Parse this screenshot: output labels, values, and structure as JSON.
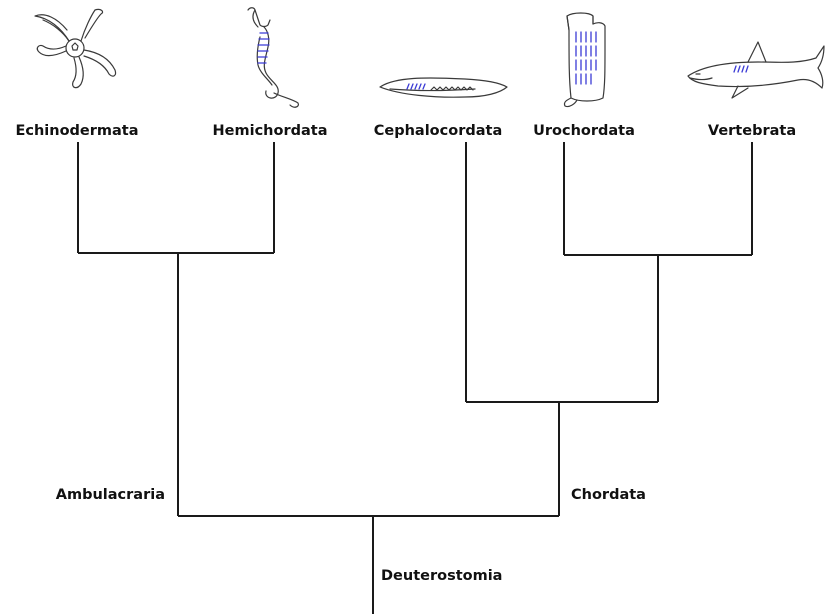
{
  "diagram": {
    "taxa": [
      {
        "id": "echinodermata",
        "label": "Echinodermata",
        "icon": "starfish-icon"
      },
      {
        "id": "hemichordata",
        "label": "Hemichordata",
        "icon": "acorn-worm-icon"
      },
      {
        "id": "cephalocordata",
        "label": "Cephalocordata",
        "icon": "lancelet-icon"
      },
      {
        "id": "urochordata",
        "label": "Urochordata",
        "icon": "tunicate-icon"
      },
      {
        "id": "vertebrata",
        "label": "Vertebrata",
        "icon": "shark-icon"
      }
    ],
    "clades": {
      "ambulacraria": "Ambulacraria",
      "chordata": "Chordata",
      "deuterostomia": "Deuterostomia"
    },
    "colors": {
      "line": "#1a1a1a",
      "sketch": "#3a3a3a",
      "accent": "#3b3bd6"
    }
  }
}
